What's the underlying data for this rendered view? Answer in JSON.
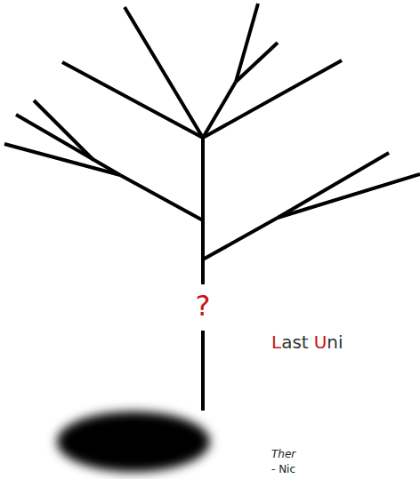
{
  "diagram": {
    "labels": [
      "?",
      "Last",
      "Uni",
      "Ther",
      "- Nic"
    ]
  }
}
